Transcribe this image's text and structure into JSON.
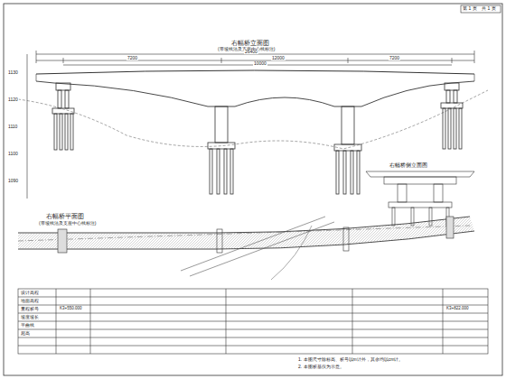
{
  "diagram": {
    "labels": [
      "右幅桥立面图",
      "(带坡线法及支座中心线标注)",
      "26400",
      "7200",
      "12000",
      "7200",
      "10000",
      "右幅桥侧立面图",
      "右幅桥平面图",
      "(带坡线法及支座中心线标注)",
      "1130",
      "1120",
      "1110",
      "1100",
      "1090",
      "设计高程",
      "地面高程",
      "里程桩号",
      "坡度坡长",
      "平曲线",
      "超高",
      "K3+550.000",
      "K3+822.000",
      "1. 本图尺寸除标高、桩号以m计外，其余均以cm计。",
      "2. 本图桩基仅为示意。",
      "第 1 页",
      "共 1 页"
    ]
  }
}
